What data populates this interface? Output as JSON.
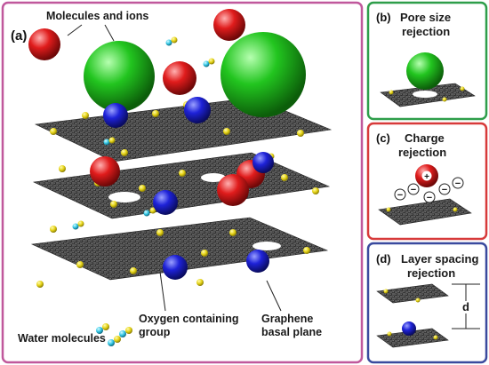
{
  "panel_a": {
    "letter": "(a)",
    "labels": {
      "molecules": "Molecules and ions",
      "water": "Water molecules",
      "oxygen_l1": "Oxygen containing",
      "oxygen_l2": "group",
      "graphene_l1": "Graphene",
      "graphene_l2": "basal plane"
    },
    "border_color": "#c0589c"
  },
  "panel_b": {
    "letter": "(b)",
    "title_l1": "Pore size",
    "title_l2": "rejection",
    "border_color": "#2e9e4a"
  },
  "panel_c": {
    "letter": "(c)",
    "title_l1": "Charge",
    "title_l2": "rejection",
    "plus": "+",
    "minus": "−",
    "border_color": "#d73a3a"
  },
  "panel_d": {
    "letter": "(d)",
    "title_l1": "Layer spacing",
    "title_l2": "rejection",
    "spacing_symbol": "d",
    "border_color": "#3a4a9e"
  },
  "colors": {
    "green_ball": "#21c21f",
    "red_ball": "#e01c1c",
    "blue_ball": "#1e22d8",
    "carbon": "#4a4a4a",
    "oxygen_group": "#e8d81a",
    "water_cyan": "#35c8e6"
  }
}
